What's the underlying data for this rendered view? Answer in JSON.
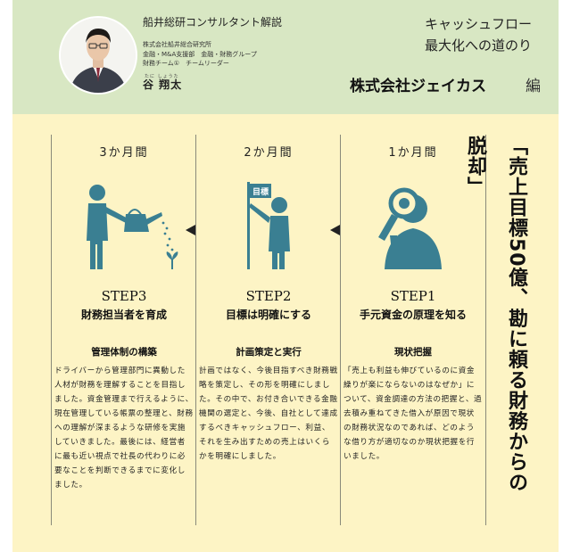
{
  "header": {
    "commentary": "船井総研コンサルタント解説",
    "bio": [
      "株式会社船井総合研究所",
      "金融・M&A支援部　金融・財務グループ",
      "財務チーム①　チームリーダー"
    ],
    "author_ruby": "たに しょうた",
    "author": "谷 翔太",
    "series_line1": "キャッシュフロー",
    "series_line2": "最大化への道のり",
    "company": "株式会社ジェイカス",
    "company_suffix": "編"
  },
  "sidebar_title": "「売上目標50億、勘に頼る財務からの脱却」",
  "steps": [
    {
      "period": "1か月間",
      "step": "STEP1",
      "title": "手元資金の原理を知る",
      "subtitle": "現状把握",
      "body": "「売上も利益も伸びているのに資金繰りが楽にならないのはなぜか」について、資金調達の方法の把握と、過去積み重ねてきた借入が原因で現状の財務状況なのであれば、どのような借り方が適切なのか現状把握を行いました。",
      "icon": "magnifier-person-icon"
    },
    {
      "period": "2か月間",
      "step": "STEP2",
      "title": "目標は明確にする",
      "subtitle": "計画策定と実行",
      "body": "計画ではなく、今後目指すべき財務戦略を策定し、その形を明確にしました。その中で、お付き合いできる金融機関の選定と、今後、自社として達成するべきキャッシュフロー、利益、それを生み出すための売上はいくらかを明確にしました。",
      "icon": "flag-person-icon",
      "flag_label": "目標"
    },
    {
      "period": "3か月間",
      "step": "STEP3",
      "title": "財務担当者を育成",
      "subtitle": "管理体制の構築",
      "body": "ドライバーから管理部門に異動した人材が財務を理解することを目指しました。資金管理まで行えるように、現在管理している帳票の整理と、財務への理解が深まるような研修を実施していきました。最後には、経営者に最も近い視点で社長の代わりに必要なことを判断できるまでに変化しました。",
      "icon": "watering-person-icon"
    }
  ],
  "colors": {
    "header_bg": "#d8e7c3",
    "panel_bg": "#fdf4c5",
    "figure": "#3a7f92"
  }
}
